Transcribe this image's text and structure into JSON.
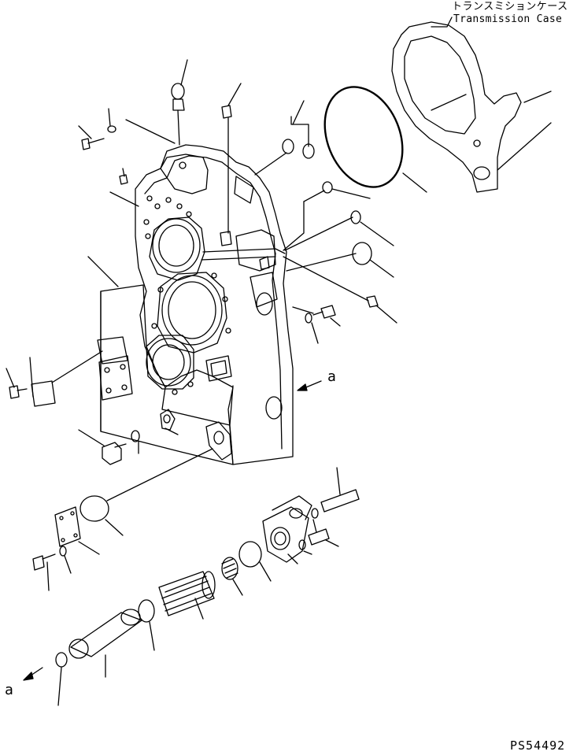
{
  "labels": {
    "transmission_case_jp": "トランスミションケース",
    "transmission_case_en": "Transmission Case",
    "ref_a_upper": "a",
    "ref_a_lower": "a",
    "drawing_code": "PS54492"
  },
  "colors": {
    "line": "#000000",
    "background": "#ffffff"
  }
}
